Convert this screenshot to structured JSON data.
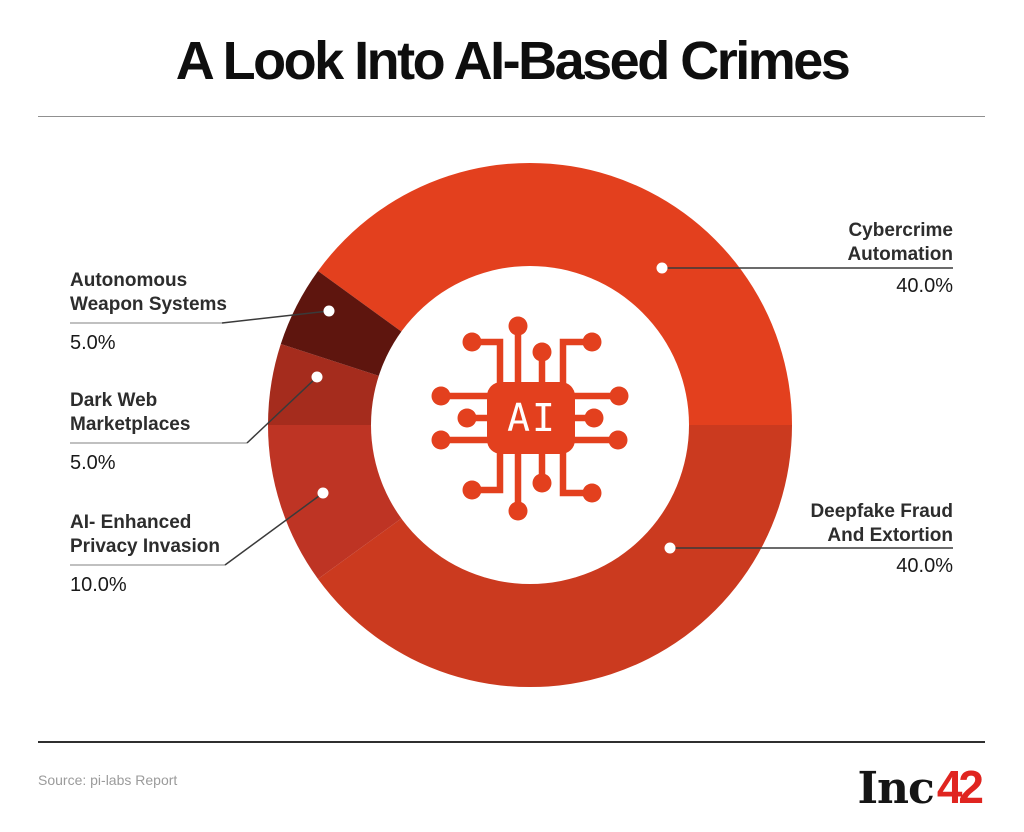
{
  "title": "A Look Into AI-Based Crimes",
  "source_note": "Source: pi-labs Report",
  "logo": {
    "text_black": "Inc",
    "text_red": "42"
  },
  "colors": {
    "accent": "#E3401E",
    "leader_line": "#3A3A3A",
    "underline": "#9A9A9A",
    "logo_red": "#E02520"
  },
  "chart_data": {
    "type": "pie",
    "subtype": "donut",
    "title": "A Look Into AI-Based Crimes",
    "start_angle_deg_from_top_clockwise": -54,
    "direction": "clockwise",
    "center_label": "AI",
    "legend_position": "callout-labels",
    "segments": [
      {
        "label": "Cybercrime Automation",
        "value": 40.0,
        "pct_label": "40.0%",
        "color": "#E3401E"
      },
      {
        "label": "Deepfake Fraud And Extortion",
        "value": 40.0,
        "pct_label": "40.0%",
        "color": "#CB3A1F"
      },
      {
        "label": "AI- Enhanced Privacy Invasion",
        "value": 10.0,
        "pct_label": "10.0%",
        "color": "#BE3424"
      },
      {
        "label": "Dark Web Marketplaces",
        "value": 5.0,
        "pct_label": "5.0%",
        "color": "#A52C1D"
      },
      {
        "label": "Autonomous Weapon Systems",
        "value": 5.0,
        "pct_label": "5.0%",
        "color": "#5E150E"
      }
    ]
  }
}
